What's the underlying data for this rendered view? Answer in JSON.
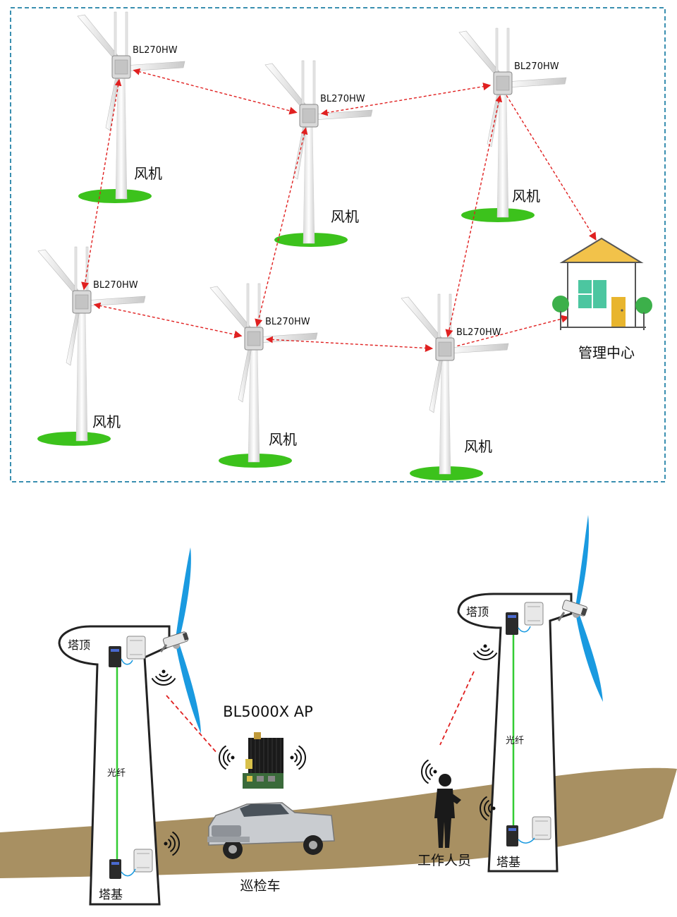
{
  "top": {
    "ap_model": "BL270HW",
    "turbine_label": "风机",
    "center_label": "管理中心",
    "turbines": [
      {
        "id": "t1"
      },
      {
        "id": "t2"
      },
      {
        "id": "t3"
      },
      {
        "id": "t4"
      },
      {
        "id": "t5"
      },
      {
        "id": "t6"
      }
    ],
    "links": [
      [
        "t1",
        "t2"
      ],
      [
        "t2",
        "t3"
      ],
      [
        "t1",
        "t4"
      ],
      [
        "t2",
        "t5"
      ],
      [
        "t4",
        "t5"
      ],
      [
        "t5",
        "t6"
      ],
      [
        "t3",
        "t6"
      ],
      [
        "t3",
        "center"
      ],
      [
        "t6",
        "center"
      ]
    ]
  },
  "bottom": {
    "ap_title": "BL5000X AP",
    "tower_top_label": "塔顶",
    "tower_base_label": "塔基",
    "fiber_label": "光纤",
    "vehicle_label": "巡检车",
    "worker_label": "工作人员"
  },
  "colors": {
    "frame_border": "#3a8fb0",
    "link": "#e02020",
    "grass": "#3cc21c",
    "fiber": "#33cc33",
    "ground": "#a89062",
    "blade_blue": "#1a9ae0",
    "house_roof": "#f2c24a",
    "house_window": "#4cc6a0",
    "house_door": "#e8b52e",
    "tree": "#3cb04a"
  }
}
